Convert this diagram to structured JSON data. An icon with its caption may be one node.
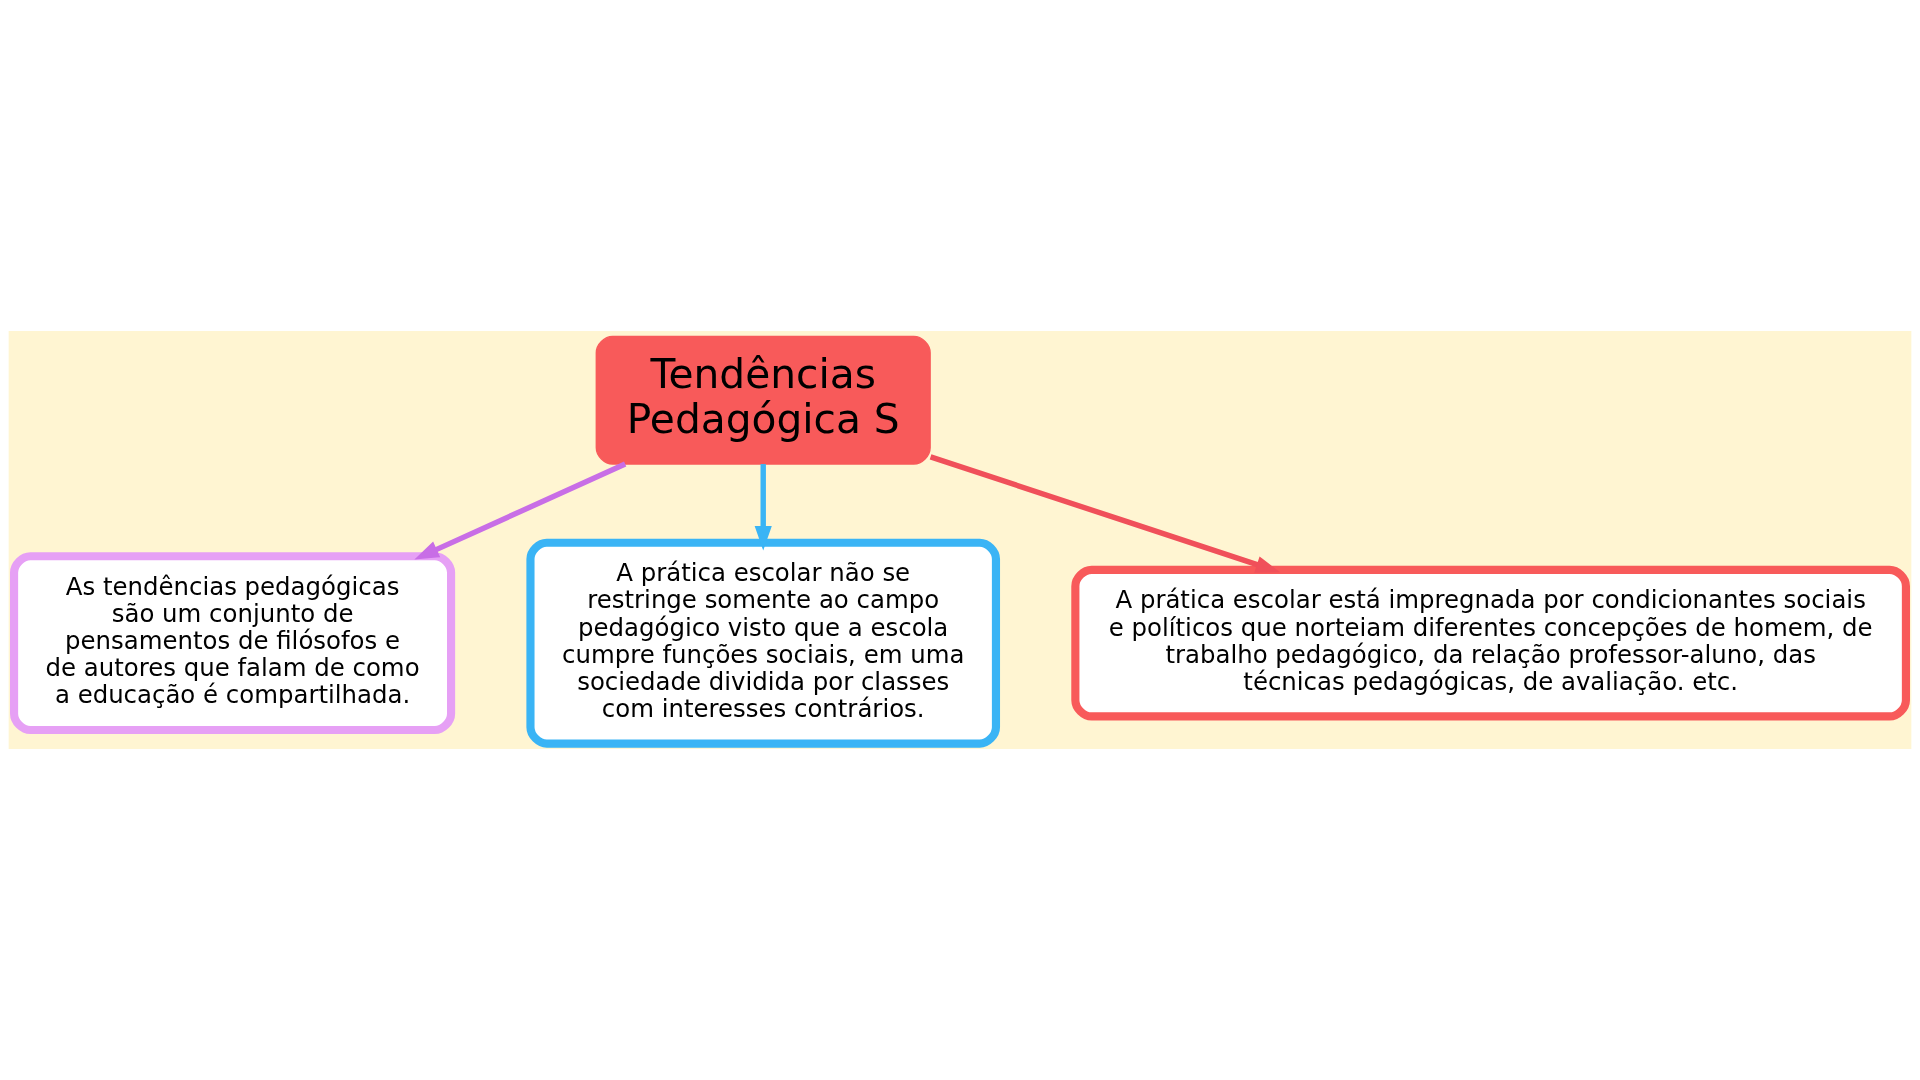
{
  "diagram": {
    "nodes": [
      {
        "text": [
          "Tendências Pedagógica S"
        ]
      },
      {
        "text": [
          "As tendências pedagógicas são um conjunto de pensamentos de filósofos e de autores que falam de como a educação é compartilhada."
        ]
      },
      {
        "text": [
          "A prática escolar não se restringe somente ao campo pedagógico visto que a escola cumpre funções sociais, em uma sociedade dividida por classes com interesses contrários."
        ]
      },
      {
        "text": [
          "A prática escolar está impregnada por condicionantes sociais e políticos que norteiam diferentes concepções de homem, de trabalho pedagógico, da relação professor-aluno, das técnicas pedagógicas, de avaliação. etc."
        ]
      }
    ],
    "edges": [
      {
        "from": 0,
        "to": 1,
        "arrow": "to",
        "color": "#c86ee6"
      },
      {
        "from": 0,
        "to": 2,
        "arrow": "to",
        "color": "#3ab4f5"
      },
      {
        "from": 0,
        "to": 3,
        "arrow": "to",
        "color": "#f0505a"
      }
    ]
  }
}
